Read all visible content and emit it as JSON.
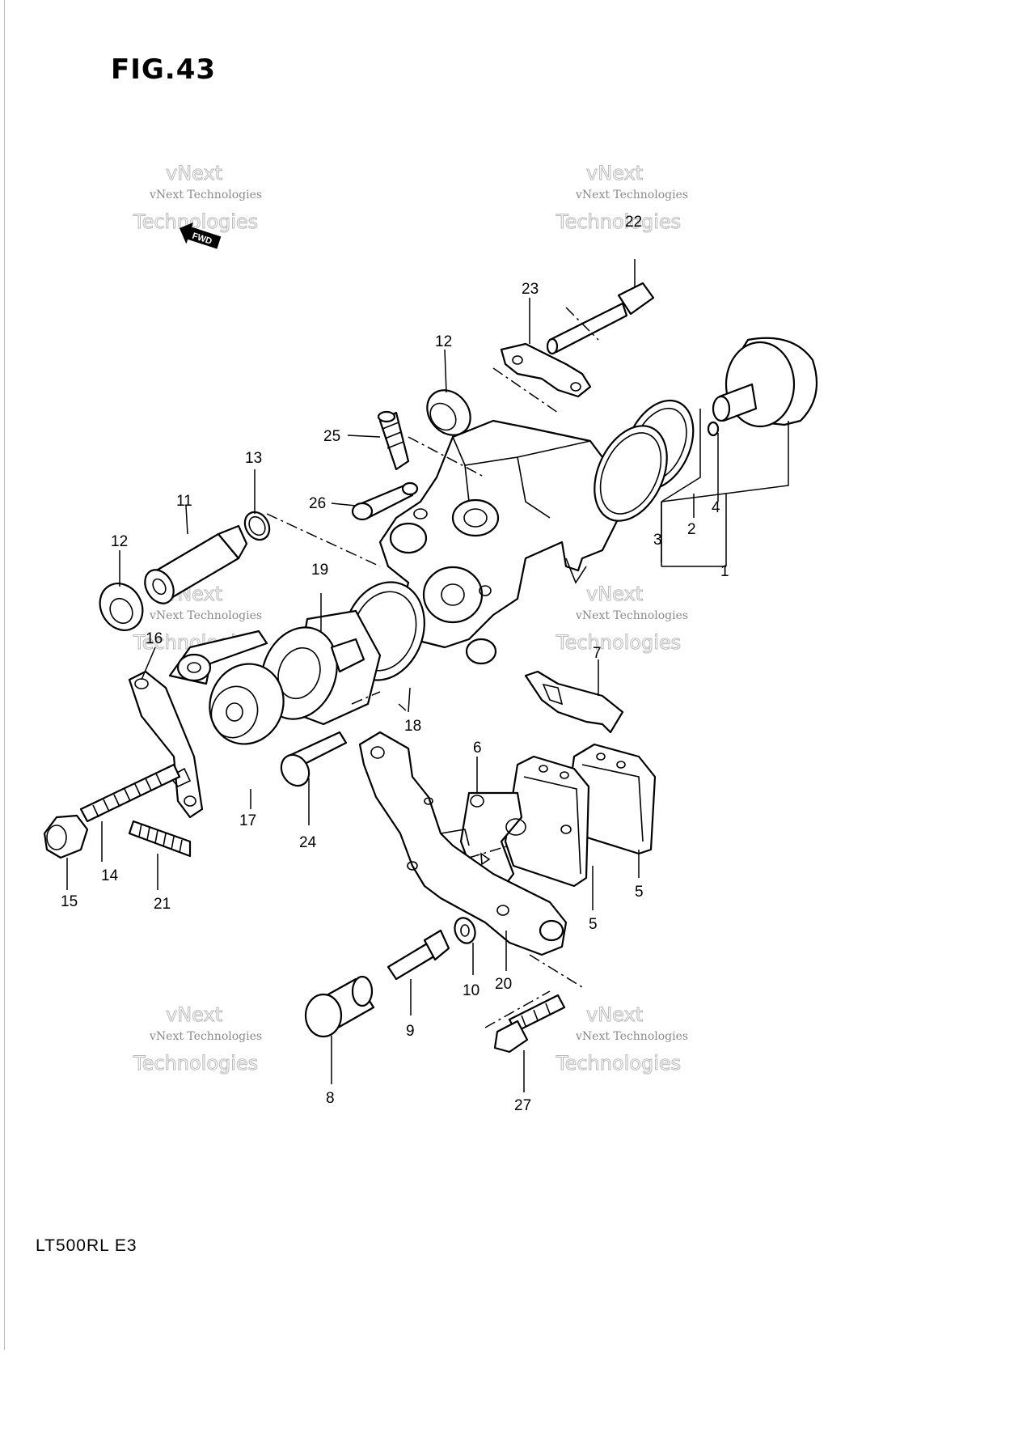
{
  "figure": {
    "title": "FIG.43",
    "model_code": "LT500RL E3",
    "fwd_label": "FWD"
  },
  "watermark": {
    "line1": "vNext Technologies",
    "line2": "Technologies",
    "line3": "vNext"
  },
  "callouts": {
    "c1": "1",
    "c2": "2",
    "c3": "3",
    "c4": "4",
    "c5a": "5",
    "c5b": "5",
    "c6": "6",
    "c7": "7",
    "c8": "8",
    "c9": "9",
    "c10": "10",
    "c11": "11",
    "c12a": "12",
    "c12b": "12",
    "c13": "13",
    "c14": "14",
    "c15": "15",
    "c16": "16",
    "c17": "17",
    "c18": "18",
    "c19": "19",
    "c20": "20",
    "c21": "21",
    "c22": "22",
    "c23": "23",
    "c24": "24",
    "c25": "25",
    "c26": "26",
    "c27": "27"
  }
}
